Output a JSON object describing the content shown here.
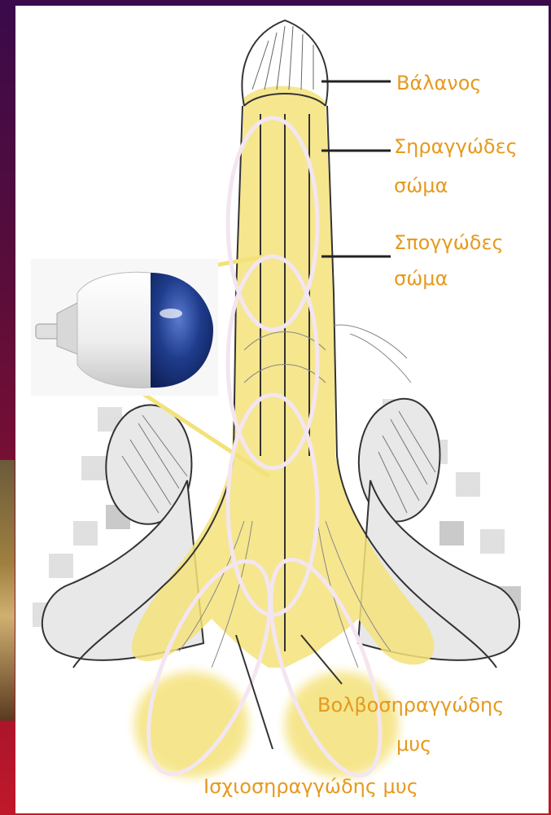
{
  "labels": {
    "glans": "Βάλανος",
    "corpus_cavernosum_1": "Σηραγγώδες",
    "corpus_cavernosum_2": "σώμα",
    "corpus_spongiosum_1": "Σπογγώδες",
    "corpus_spongiosum_2": "σώμα",
    "bulbocavernosus_1": "Βολβοσηραγγώδης",
    "bulbocavernosus_2": "μυς",
    "ischiocavernosus": "Ισχιοσηραγγώδης μυς"
  },
  "colors": {
    "background_top": "#3a0a4a",
    "background_bottom": "#c0182a",
    "label": "#e59a1f",
    "highlight": "#f2e27a",
    "outline_ellipse": "#f3e6f0",
    "probe_cap": "#1f3c8c"
  },
  "icons": [
    "ultrasound-probe-icon"
  ]
}
